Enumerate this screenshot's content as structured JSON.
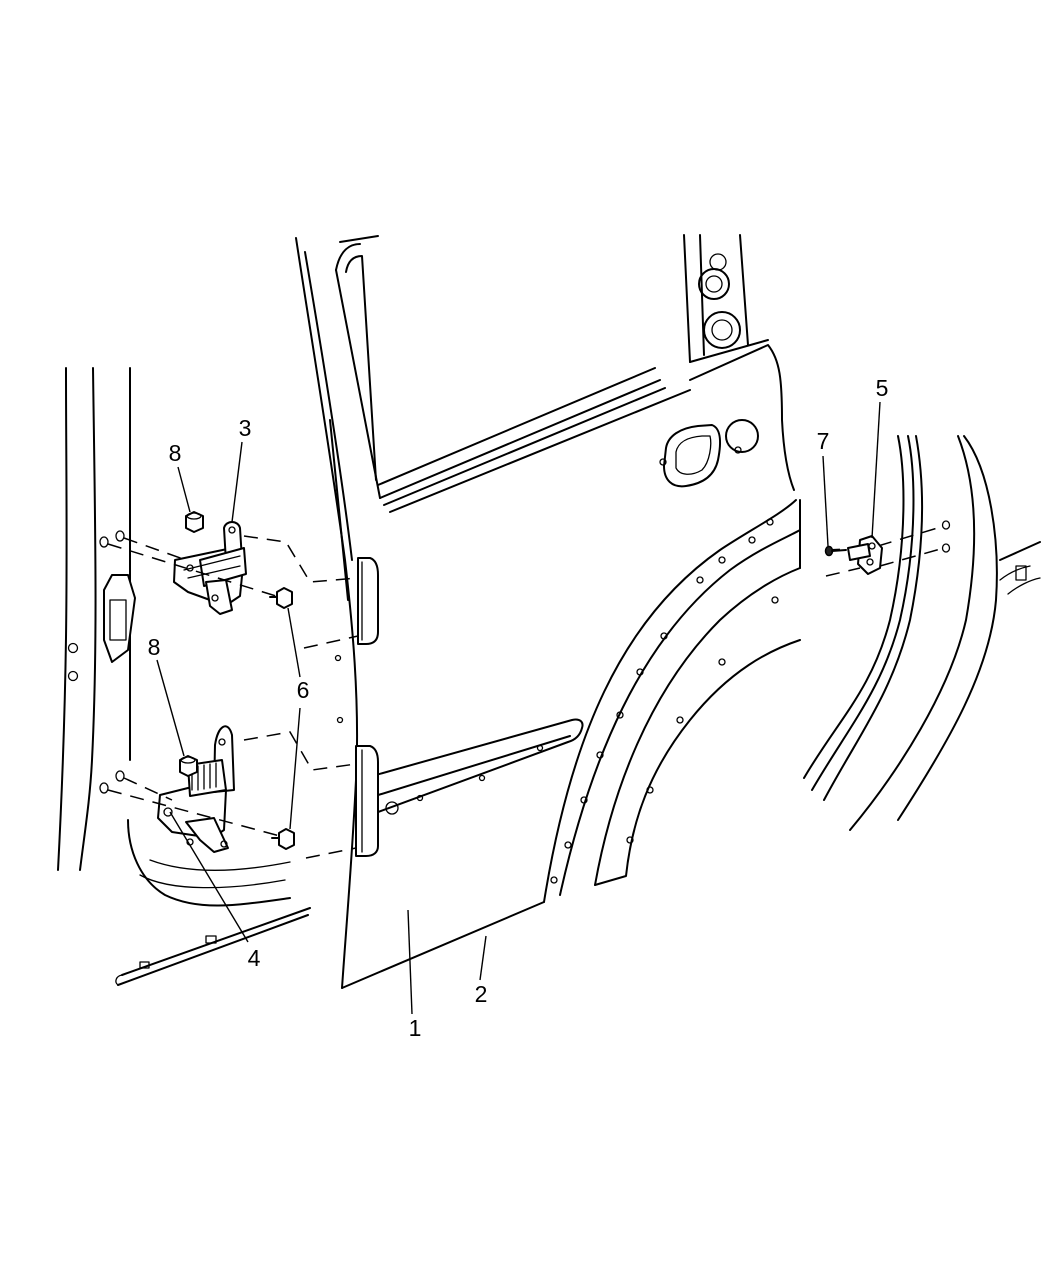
{
  "diagram": {
    "callouts": [
      {
        "id": "c1",
        "number": "1"
      },
      {
        "id": "c2",
        "number": "2"
      },
      {
        "id": "c3",
        "number": "3"
      },
      {
        "id": "c4",
        "number": "4"
      },
      {
        "id": "c5",
        "number": "5"
      },
      {
        "id": "c6",
        "number": "6"
      },
      {
        "id": "c7",
        "number": "7"
      },
      {
        "id": "c8a",
        "number": "8"
      },
      {
        "id": "c8b",
        "number": "8"
      }
    ]
  }
}
